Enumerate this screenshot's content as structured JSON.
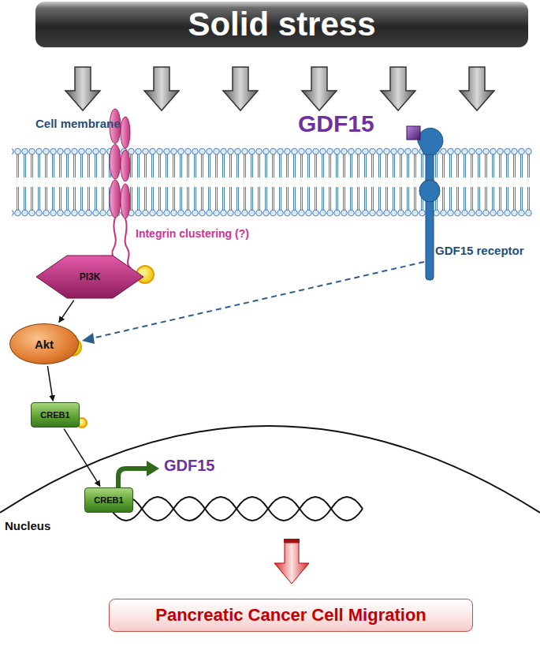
{
  "diagram": {
    "nodes": [
      {
        "text": [
          "Solid stress"
        ]
      },
      {
        "text": [
          "PI3K"
        ]
      },
      {
        "text": [
          "Akt"
        ]
      },
      {
        "text": [
          "CREB1"
        ]
      },
      {
        "text": [
          "CREB1"
        ]
      },
      {
        "text": [
          "Pancreatic Cancer Cell Migration"
        ]
      }
    ],
    "edges": [
      {
        "from": 1,
        "to": 2,
        "arrow": "to"
      },
      {
        "from": 2,
        "to": 3,
        "arrow": "to"
      },
      {
        "from": 3,
        "to": 4,
        "arrow": "to"
      }
    ],
    "labels": [
      "Cell membrane",
      "GDF15",
      "Integrin clustering (?)",
      "GDF15 receptor",
      "GDF15",
      "Nucleus"
    ]
  }
}
